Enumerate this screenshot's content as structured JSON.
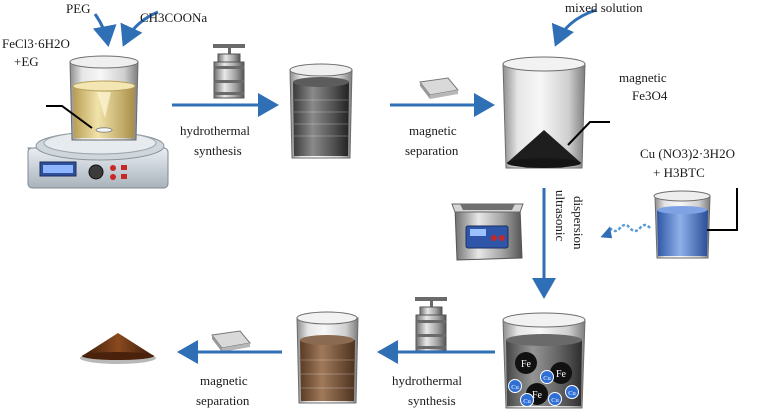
{
  "labels": {
    "peg": "PEG",
    "ch3coona": "CH3COONa",
    "fecl3": "FeCl3·6H2O",
    "eg": "+EG",
    "mixed_solution": "mixed solution",
    "magnetic_fe3o4_line1": "magnetic",
    "magnetic_fe3o4_line2": "Fe3O4",
    "hydrothermal_1_line1": "hydrothermal",
    "hydrothermal_1_line2": "synthesis",
    "magnetic_sep_1_line1": "magnetic",
    "magnetic_sep_1_line2": "separation",
    "cu_no3": "Cu (NO3)2·3H2O",
    "h3btc": "+ H3BTC",
    "ultrasonic_line1": "ultrasonic",
    "ultrasonic_line2": "dispersion",
    "hydrothermal_2_line1": "hydrothermal",
    "hydrothermal_2_line2": "synthesis",
    "magnetic_sep_2_line1": "magnetic",
    "magnetic_sep_2_line2": "separation"
  },
  "particles": {
    "fe": "Fe",
    "cu": "Cu"
  },
  "colors": {
    "arrow": "#2f6fb5",
    "solution_yellow": "#d8c27a",
    "solution_dark": "#2a2a2a",
    "solution_blue": "#4f79c9",
    "solution_brown": "#6b4a33",
    "product": "#5a2a12",
    "fe3o4_powder": "#1e1e1e"
  }
}
